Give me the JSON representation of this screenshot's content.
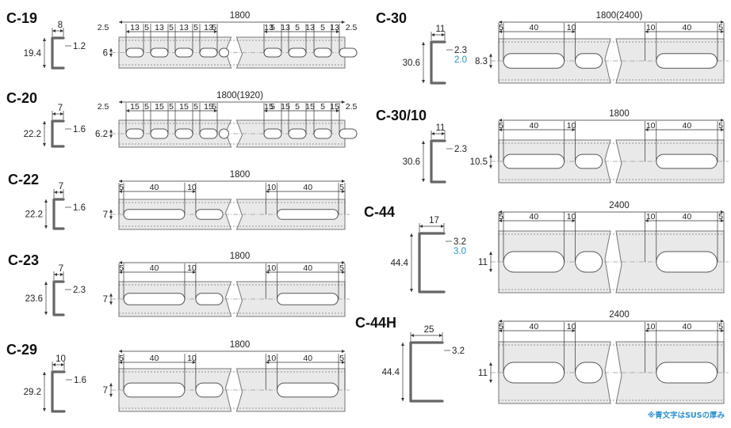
{
  "rails": [
    {
      "id": "c19",
      "label": "C-19",
      "width": "8",
      "height": "19.4",
      "thick": "1.2",
      "thick2": "",
      "hole": "6",
      "length": "1800",
      "seq": [
        "2.5",
        "13",
        "5",
        "13",
        "5",
        "13",
        "5",
        "13",
        "5",
        "13",
        "5",
        "13",
        "5",
        "13",
        "5",
        "13",
        "2.5"
      ]
    },
    {
      "id": "c20",
      "label": "C-20",
      "width": "7",
      "height": "22.2",
      "thick": "1.6",
      "thick2": "",
      "hole": "6.2",
      "length": "1800(1920)",
      "seq": [
        "2.5",
        "15",
        "5",
        "15",
        "5",
        "15",
        "5",
        "15",
        "5",
        "15",
        "5",
        "15",
        "5",
        "15",
        "5",
        "15",
        "2.5"
      ]
    },
    {
      "id": "c22",
      "label": "C-22",
      "width": "7",
      "height": "22.2",
      "thick": "1.6",
      "thick2": "",
      "hole": "7",
      "length": "1800",
      "seq": [
        "5",
        "40",
        "10",
        "10",
        "40",
        "5"
      ]
    },
    {
      "id": "c23",
      "label": "C-23",
      "width": "7",
      "height": "23.6",
      "thick": "2.3",
      "thick2": "",
      "hole": "7",
      "length": "1800",
      "seq": [
        "5",
        "40",
        "10",
        "10",
        "40",
        "5"
      ]
    },
    {
      "id": "c29",
      "label": "C-29",
      "width": "10",
      "height": "29.2",
      "thick": "1.6",
      "thick2": "",
      "hole": "7",
      "length": "1800",
      "seq": [
        "5",
        "40",
        "10",
        "10",
        "40",
        "5"
      ]
    },
    {
      "id": "c30",
      "label": "C-30",
      "width": "11",
      "height": "30.6",
      "thick": "2.3",
      "thick2": "2.0",
      "hole": "8.3",
      "length": "1800(2400)",
      "seq": [
        "5",
        "40",
        "10",
        "10",
        "40",
        "5"
      ]
    },
    {
      "id": "c3010",
      "label": "C-30/10",
      "width": "11",
      "height": "30.6",
      "thick": "2.3",
      "thick2": "",
      "hole": "10.5",
      "length": "1800",
      "seq": [
        "5",
        "40",
        "10",
        "10",
        "40",
        "5"
      ]
    },
    {
      "id": "c44",
      "label": "C-44",
      "width": "17",
      "height": "44.4",
      "thick": "3.2",
      "thick2": "3.0",
      "hole": "11",
      "length": "2400",
      "seq": [
        "5",
        "40",
        "10",
        "10",
        "40",
        "5"
      ]
    },
    {
      "id": "c44h",
      "label": "C-44H",
      "width": "25",
      "height": "44.4",
      "thick": "3.2",
      "thick2": "",
      "hole": "11",
      "length": "2400",
      "seq": [
        "5",
        "40",
        "10",
        "10",
        "40",
        "5"
      ]
    }
  ],
  "note": "※青文字はSUSの厚み",
  "colors": {
    "sus_blue": "#2a8fd0"
  }
}
